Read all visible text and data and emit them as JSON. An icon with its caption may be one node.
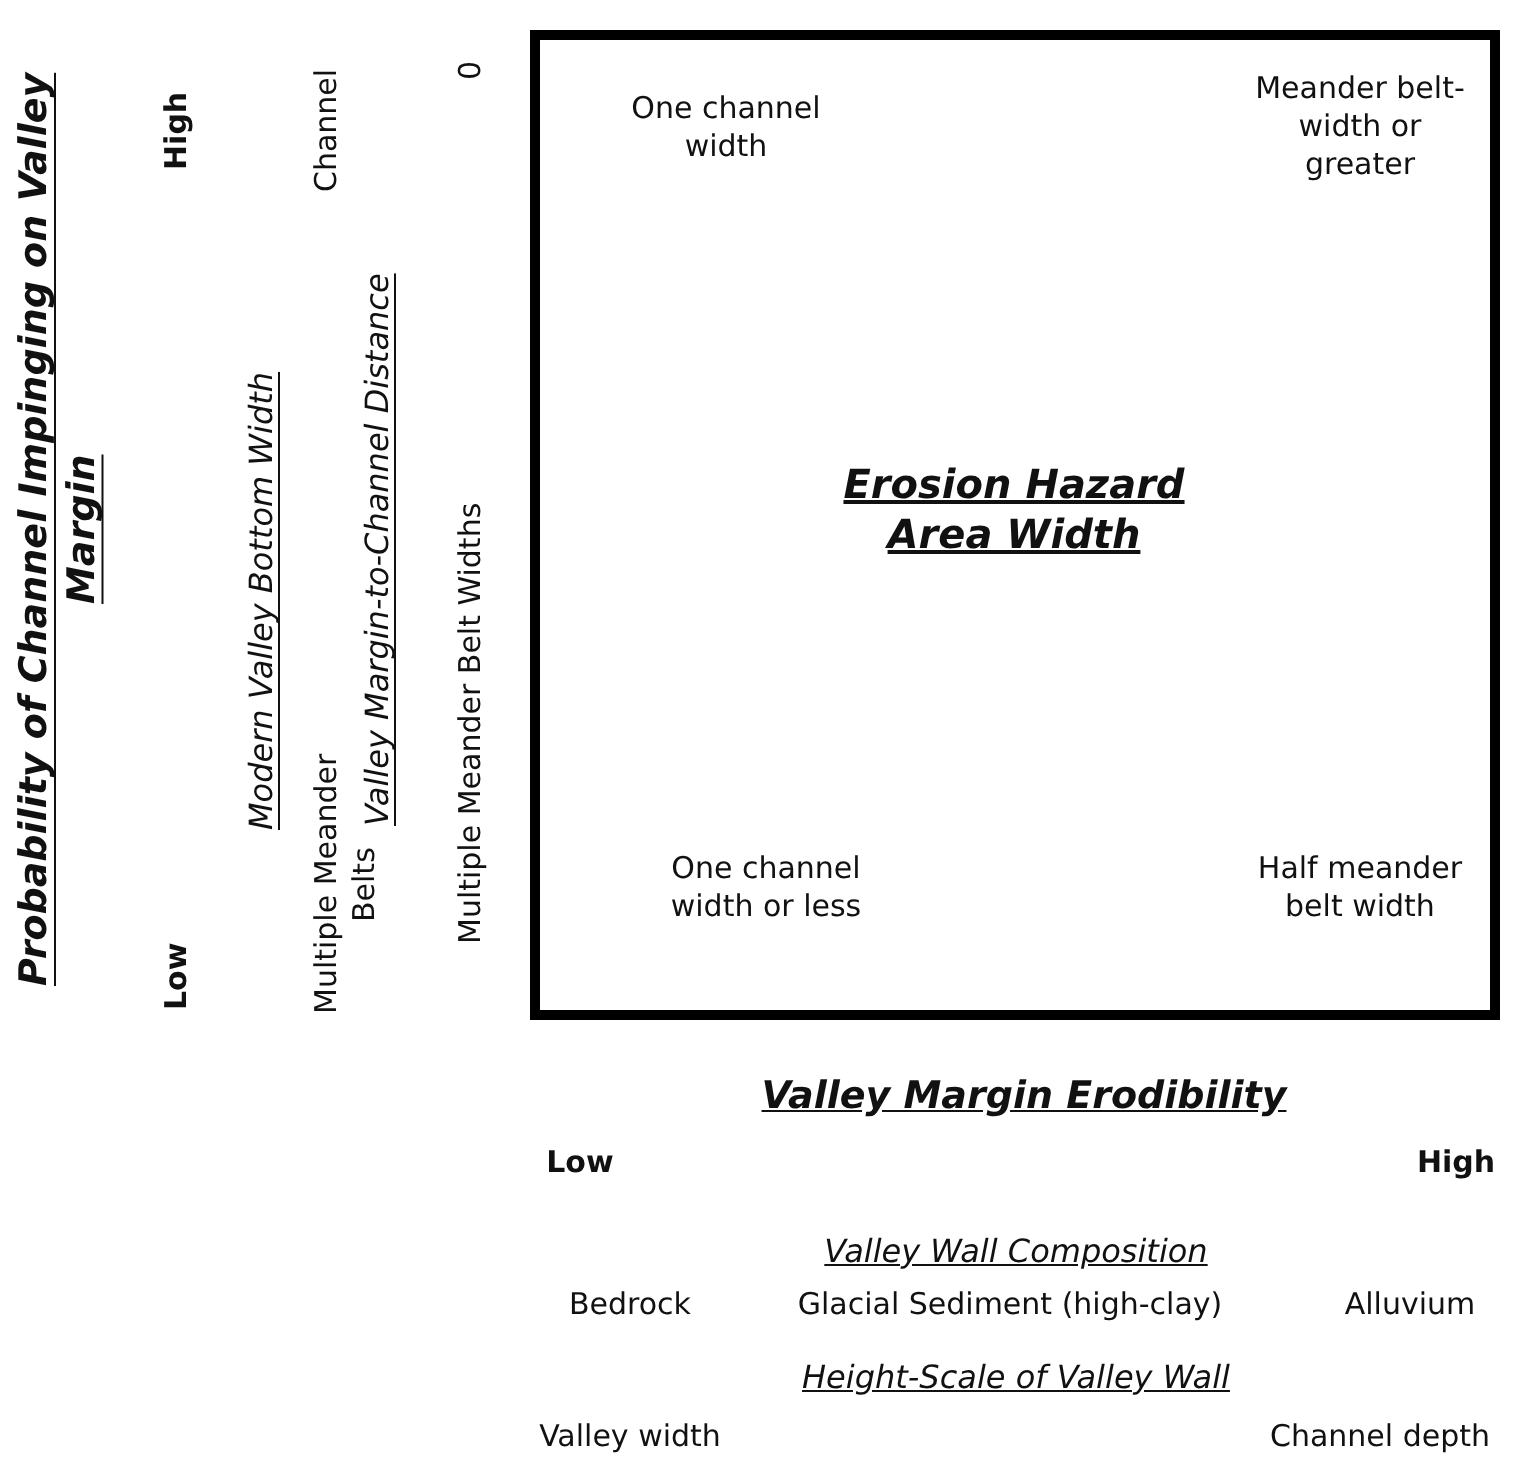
{
  "diagram": {
    "nodes": [
      {
        "text": [
          "Erosion Hazard Area Width"
        ]
      }
    ],
    "edges": [],
    "labels": [
      "Probability of Channel Impinging on Valley Margin",
      "Low",
      "High",
      "Modern Valley Bottom Width",
      "Multiple Meander Belts",
      "Channel",
      "Valley Margin-to-Channel Distance",
      "Multiple Meander Belt Widths",
      "0",
      "One channel width",
      "Meander belt-width or greater",
      "One channel width or less",
      "Half meander belt width",
      "Valley Margin Erodibility",
      "Low",
      "High",
      "Valley Wall Composition",
      "Bedrock",
      "Glacial Sediment (high-clay)",
      "Alluvium",
      "Height-Scale of Valley Wall",
      "Valley width",
      "Channel depth"
    ]
  }
}
